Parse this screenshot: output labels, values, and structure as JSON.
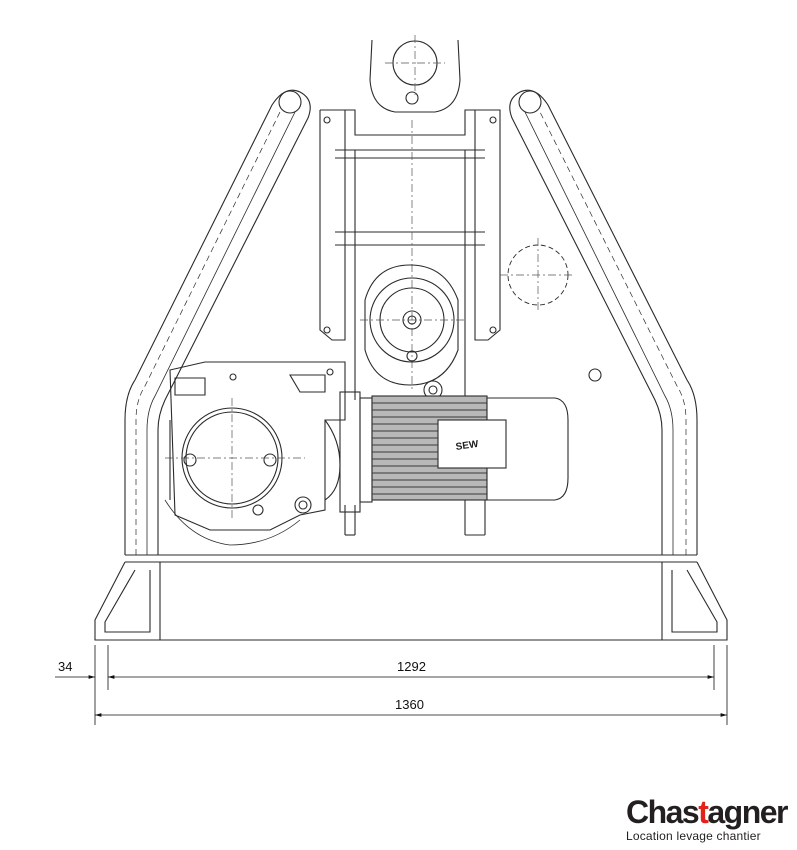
{
  "dimensions": {
    "offset": "34",
    "inner_width": "1292",
    "overall_width": "1360"
  },
  "motor_plate": "SEW",
  "brand": {
    "name_part1": "Chas",
    "name_accent": "t",
    "name_part2": "agner",
    "tagline": "Location levage chantier"
  },
  "colors": {
    "line": "#2b2b2b",
    "centerline": "#555555",
    "motor_fill": "#b8b8b8",
    "brand_dark": "#231f20",
    "brand_red": "#e2231a"
  }
}
